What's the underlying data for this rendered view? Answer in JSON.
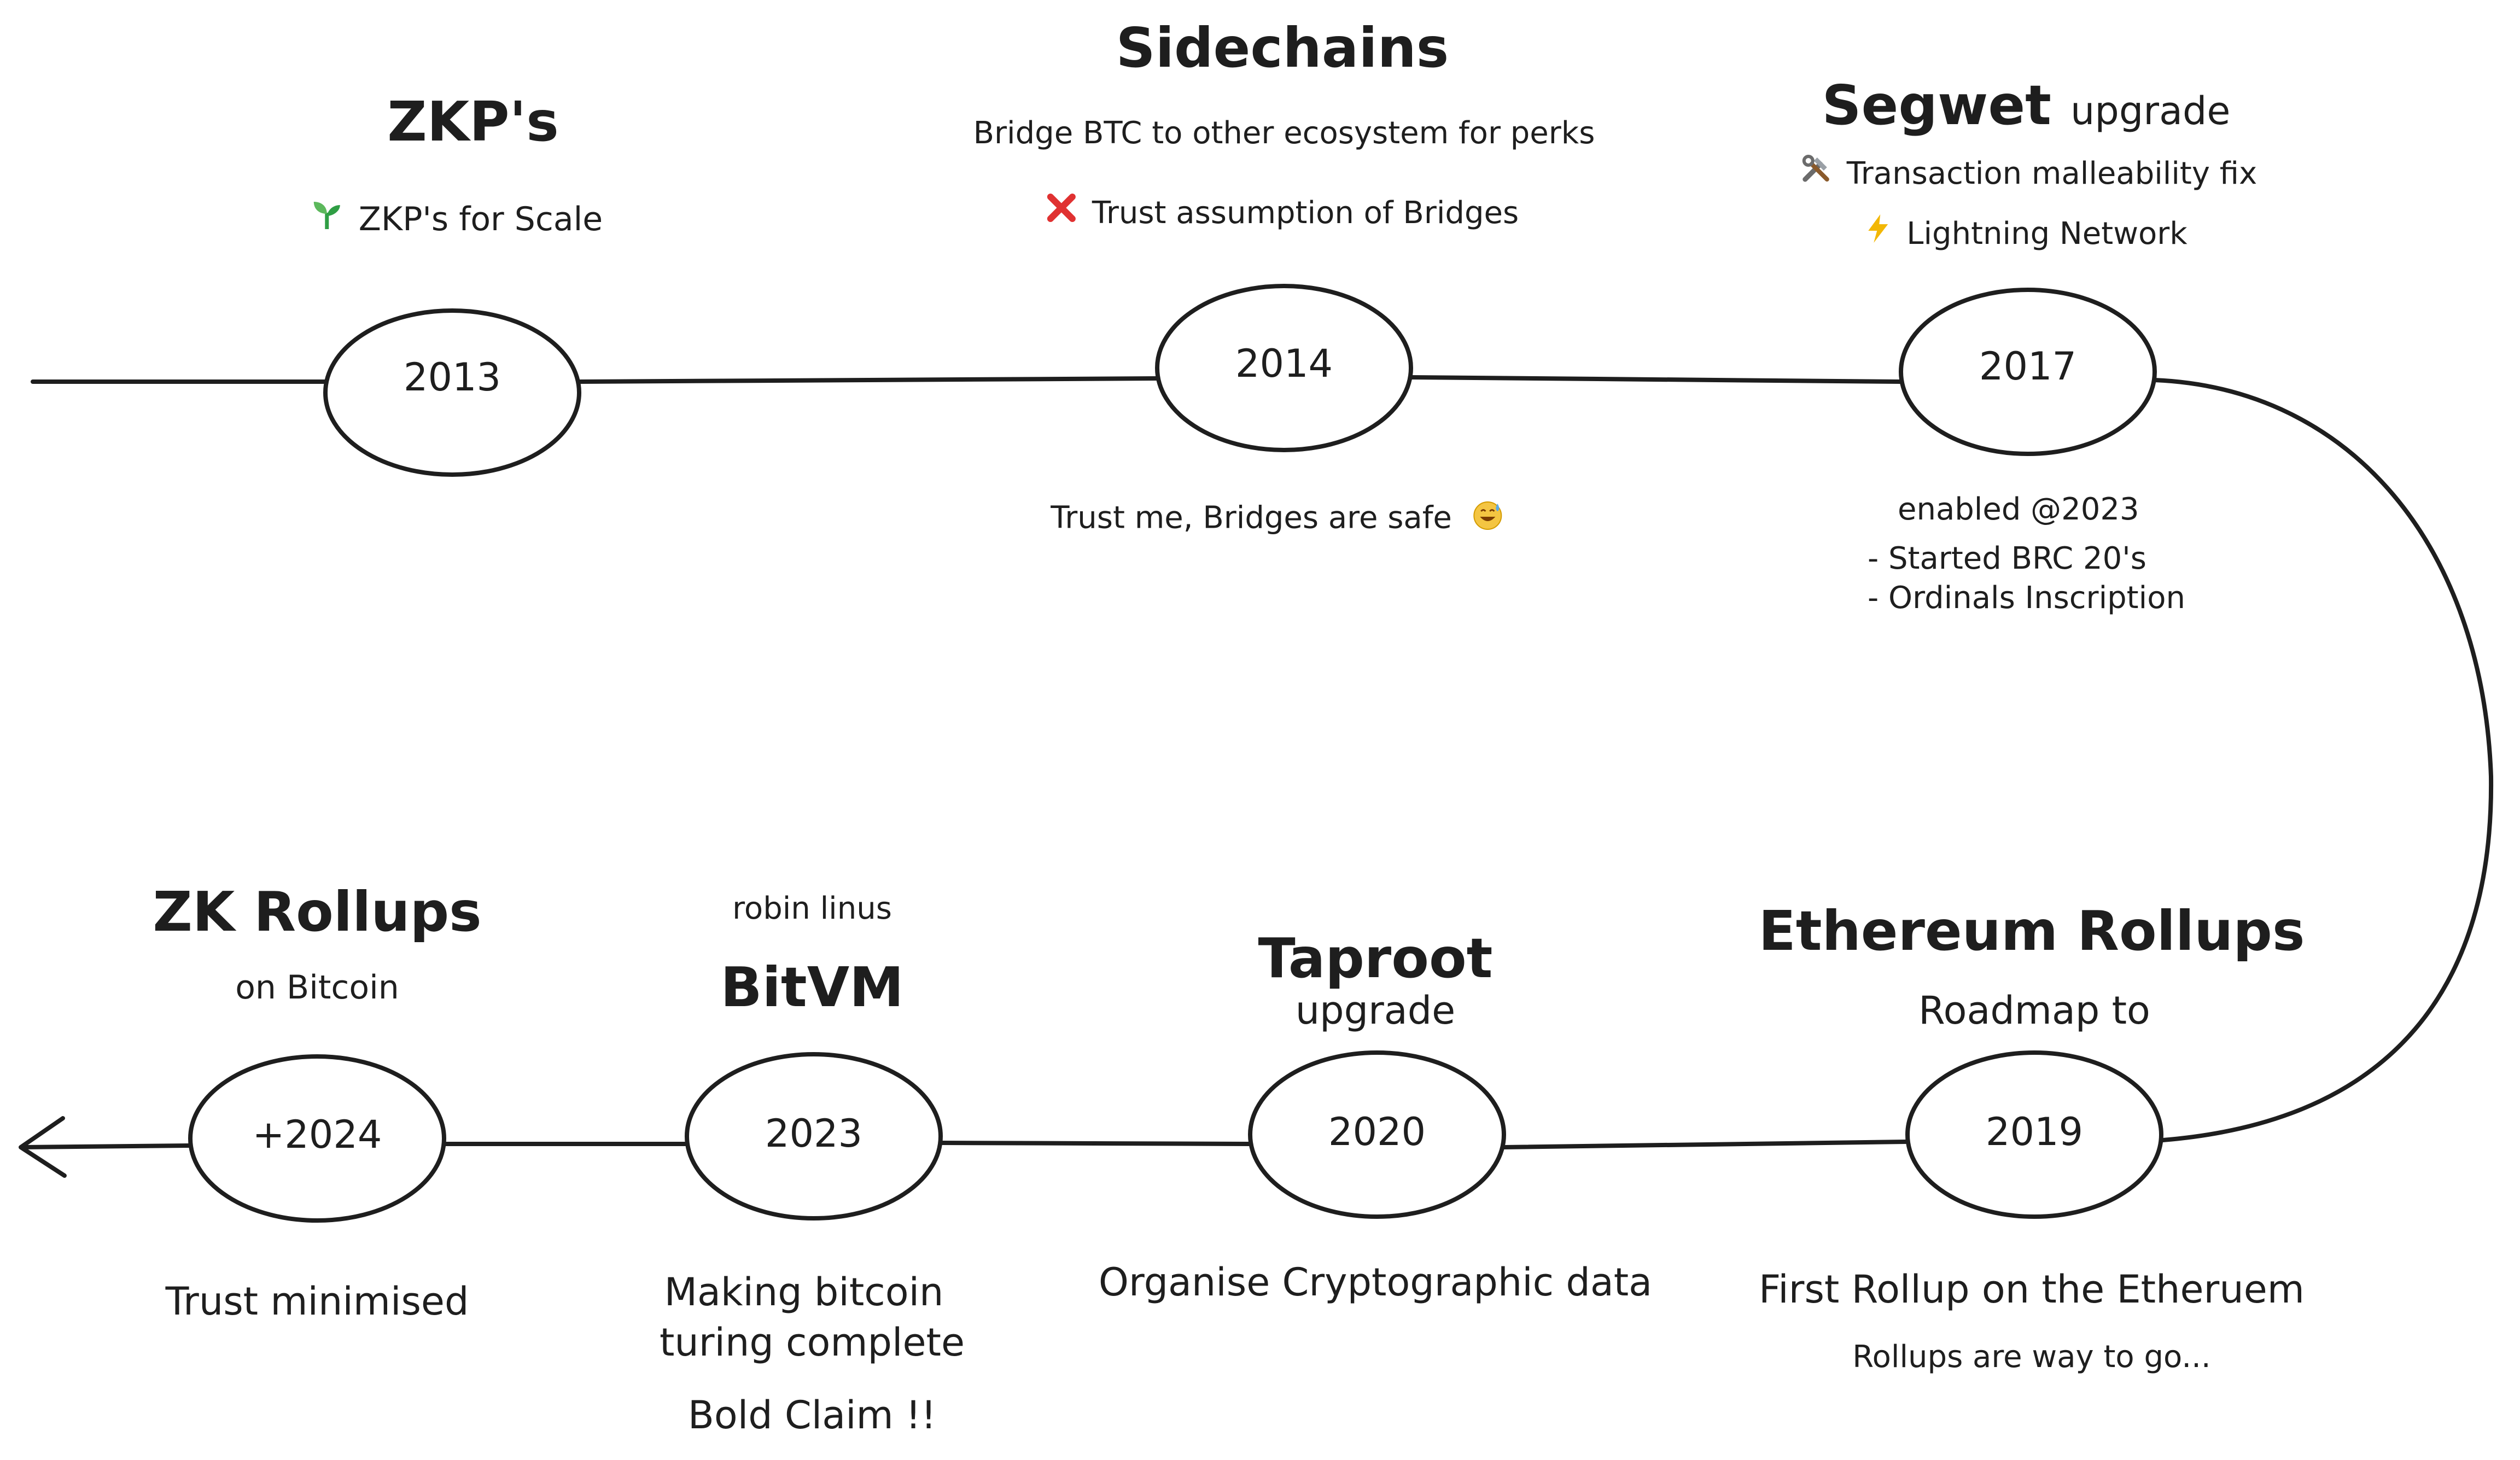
{
  "colors": {
    "stroke": "#1e1e1e",
    "accent_red": "#e03131",
    "accent_green": "#2f9e44",
    "accent_yellow": "#f2b705",
    "emoji_face": "#f4c542"
  },
  "nodes": {
    "n2013": {
      "year": "2013"
    },
    "n2014": {
      "year": "2014"
    },
    "n2017": {
      "year": "2017"
    },
    "n2019": {
      "year": "2019"
    },
    "n2020": {
      "year": "2020"
    },
    "n2023": {
      "year": "2023"
    },
    "n2024": {
      "year": "+2024"
    }
  },
  "zkps": {
    "title": "ZKP's",
    "point_icon": "seedling-icon",
    "point": "ZKP's for Scale"
  },
  "sidechains": {
    "title": "Sidechains",
    "subtitle": "Bridge BTC to other ecosystem for perks",
    "point_icon": "cross-mark-icon",
    "point": "Trust assumption of Bridges",
    "below": "Trust me, Bridges are safe",
    "below_icon": "sweat-smile-emoji-icon"
  },
  "segwit": {
    "title": "Segwet",
    "title_suffix": "upgrade",
    "point1_icon": "tools-icon",
    "point1": "Transaction malleability fix",
    "point2_icon": "lightning-icon",
    "point2": "Lightning Network",
    "below": [
      "enabled @2023",
      "- Started BRC 20's",
      "- Ordinals Inscription"
    ]
  },
  "eth_rollups": {
    "title": "Ethereum Rollups",
    "subtitle": "Roadmap to",
    "below1": "First Rollup on the Etheruem",
    "below2": "Rollups are way to go..."
  },
  "taproot": {
    "title": "Taproot",
    "subtitle": "upgrade",
    "below": "Organise Cryptographic data"
  },
  "bitvm": {
    "pretitle": "robin linus",
    "title": "BitVM",
    "below1": "Making bitcoin",
    "below2": "turing complete",
    "below3": "Bold Claim !!"
  },
  "zk_rollups": {
    "title": "ZK Rollups",
    "subtitle": "on Bitcoin",
    "below": "Trust minimised"
  }
}
